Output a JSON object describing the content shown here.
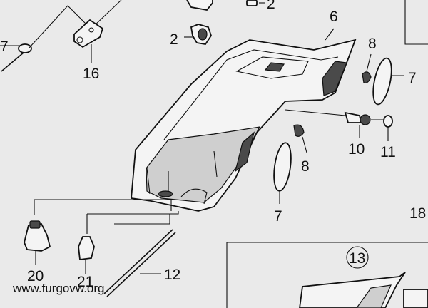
{
  "diagram": {
    "callouts": {
      "c2": "2",
      "c2top": "2",
      "c6": "6",
      "c7a": "7",
      "c7b": "7",
      "c8a": "8",
      "c8b": "8",
      "c10": "10",
      "c11": "11",
      "c12": "12",
      "c13": "13",
      "c16": "16",
      "c18": "18",
      "c20": "20",
      "c21": "21",
      "c7left": "7"
    },
    "watermark": "www.furgovw.org"
  }
}
